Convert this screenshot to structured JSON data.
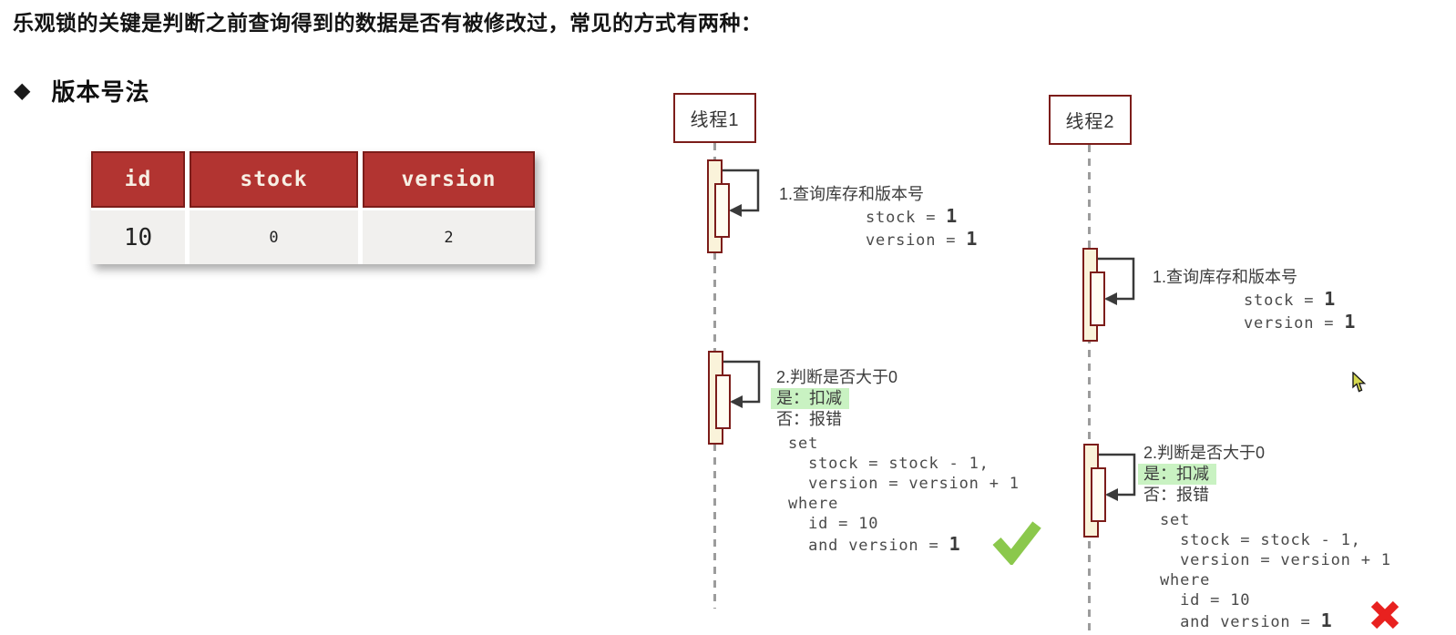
{
  "page": {
    "title": "乐观锁的关键是判断之前查询得到的数据是否有被修改过，常见的方式有两种：",
    "section": {
      "bullet": "◆",
      "label": "版本号法"
    }
  },
  "table": {
    "columns": [
      "id",
      "stock",
      "version"
    ],
    "row": [
      "10",
      "0",
      "2"
    ]
  },
  "diagram": {
    "thread1": {
      "label": "线程1",
      "step1": {
        "title": "1.查询库存和版本号",
        "result": [
          {
            "k": "stock = ",
            "v": "1"
          },
          {
            "k": "version = ",
            "v": "1"
          }
        ]
      },
      "step2": {
        "title": "2.判断是否大于0",
        "yes": "是：扣减",
        "no": "否：报错",
        "sql": [
          "set",
          "  stock = stock - 1,",
          "  version = version + 1",
          "where",
          "  id = 10"
        ],
        "sql_last": {
          "k": "  and version = ",
          "v": "1"
        },
        "outcome_icon": "success-check"
      }
    },
    "thread2": {
      "label": "线程2",
      "step1": {
        "title": "1.查询库存和版本号",
        "result": [
          {
            "k": "stock = ",
            "v": "1"
          },
          {
            "k": "version = ",
            "v": "1"
          }
        ]
      },
      "step2": {
        "title": "2.判断是否大于0",
        "yes": "是：扣减",
        "no": "否：报错",
        "sql": [
          "set",
          "  stock = stock - 1,",
          "  version = version + 1",
          "where",
          "  id = 10"
        ],
        "sql_last": {
          "k": "  and version = ",
          "v": "1"
        },
        "outcome_icon": "failure-cross"
      }
    }
  },
  "cursor": {
    "icon": "mouse-pointer"
  },
  "colors": {
    "table_header_bg": "#b23431",
    "dark_red_border": "#7c1d1a",
    "table_row_bg": "#f1f0ee",
    "activation_fill": "#faf3da",
    "highlight_green": "#c9f2c2",
    "check_green": "#8bc84c",
    "cross_red": "#e8211f",
    "cursor_yellow": "#d6d94f"
  }
}
